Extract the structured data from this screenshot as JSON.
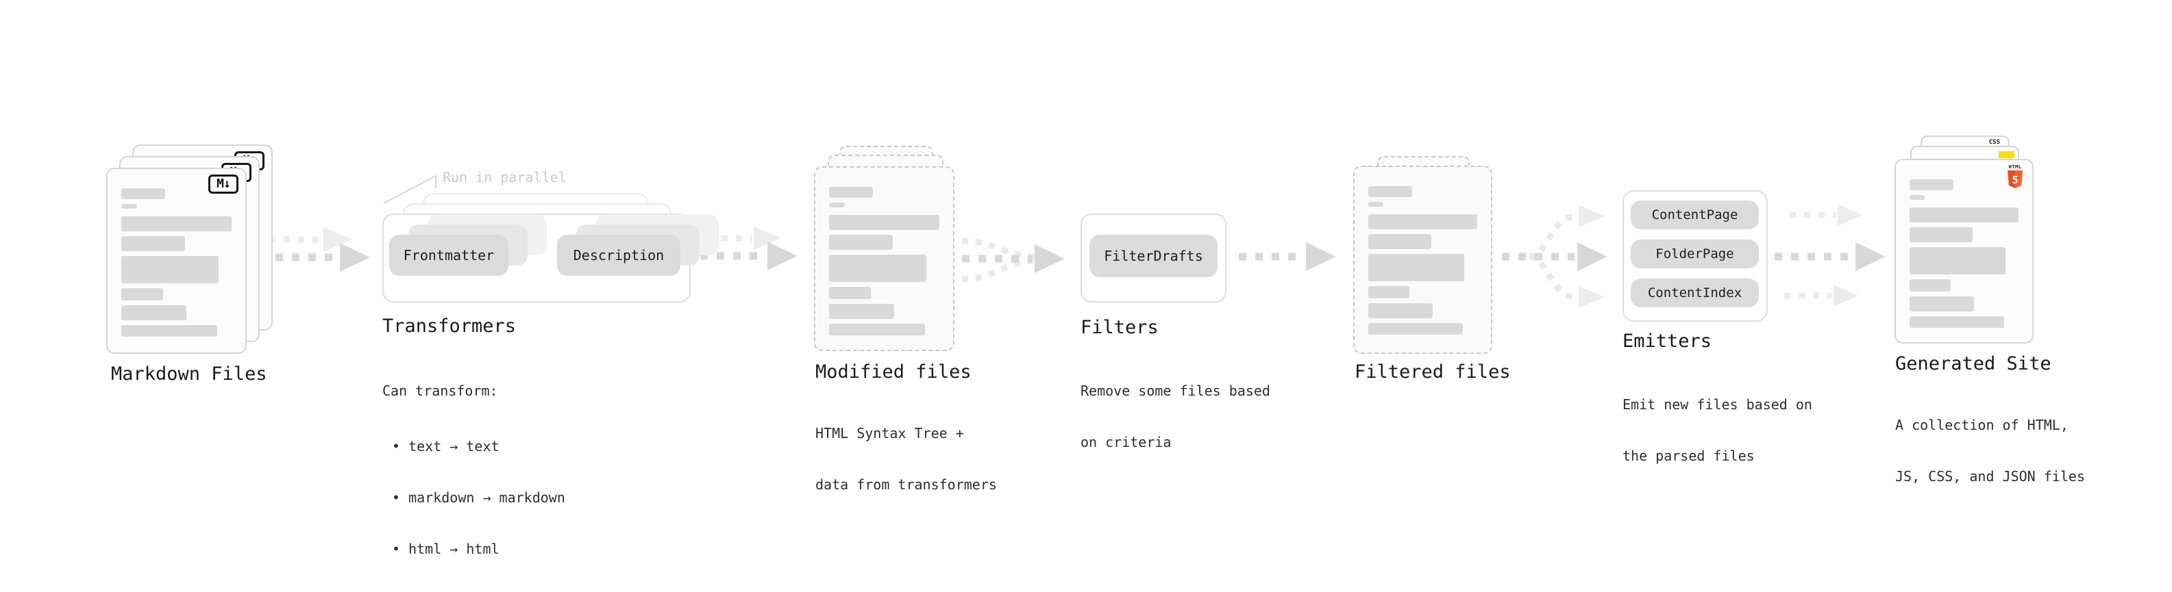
{
  "diagram": {
    "stages": {
      "markdown_files": {
        "label": "Markdown Files",
        "badge": "M↓"
      },
      "transformers": {
        "title": "Transformers",
        "note": "Run in parallel",
        "source_chip": "Frontmatter",
        "target_chip": "Description",
        "desc_heading": "Can transform:",
        "bullets": [
          "• text → text",
          "• markdown → markdown",
          "• html → html"
        ]
      },
      "modified_files": {
        "title": "Modified files",
        "desc": [
          "HTML Syntax Tree +",
          "data from transformers"
        ]
      },
      "filters": {
        "title": "Filters",
        "chip": "FilterDrafts",
        "desc": [
          "Remove some files based",
          "on criteria"
        ]
      },
      "filtered_files": {
        "title": "Filtered files"
      },
      "emitters": {
        "title": "Emitters",
        "chips": [
          "ContentPage",
          "FolderPage",
          "ContentIndex"
        ],
        "desc": [
          "Emit new files based on",
          "the parsed files"
        ]
      },
      "generated_site": {
        "title": "Generated Site",
        "desc": [
          "A collection of HTML,",
          "JS, CSS, and JSON files"
        ],
        "badges": {
          "css": "CSS",
          "html5_word": "HTML",
          "html5_number": "5"
        }
      }
    },
    "colors": {
      "html5_orange": "#e44d26",
      "html5_orange_light": "#f16529",
      "js_yellow": "#ffdd00",
      "css_blue": "#2f6fe4",
      "bar_gray": "#d9d9d9"
    }
  }
}
